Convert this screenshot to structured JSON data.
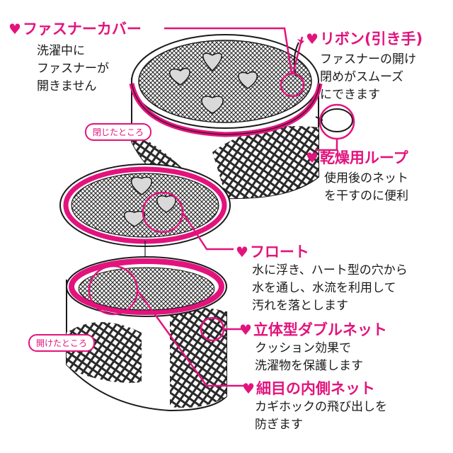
{
  "colors": {
    "accent": "#e3137d",
    "text": "#1a1a1a",
    "mesh": "#2a2a2a"
  },
  "icons": {
    "bullet": "heart-icon"
  },
  "labels": {
    "closed": "閉じたところ",
    "opened": "開けたところ"
  },
  "features": [
    {
      "title": "ファスナーカバー",
      "lines": [
        "洗濯中に",
        "ファスナーが",
        "開きません"
      ]
    },
    {
      "title": "リボン(引き手)",
      "lines": [
        "ファスナーの開け",
        "閉めがスムーズ",
        "にできます"
      ]
    },
    {
      "title": "乾燥用ループ",
      "lines": [
        "使用後のネット",
        "を干すのに便利"
      ]
    },
    {
      "title": "フロート",
      "lines": [
        "水に浮き、ハート型の穴から",
        "水を通し、水流を利用して",
        "汚れを落とします"
      ]
    },
    {
      "title": "立体型ダブルネット",
      "lines": [
        "クッション効果で",
        "洗濯物を保護します"
      ]
    },
    {
      "title": "細目の内側ネット",
      "lines": [
        "カギホックの飛び出しを",
        "防ぎます"
      ]
    }
  ]
}
